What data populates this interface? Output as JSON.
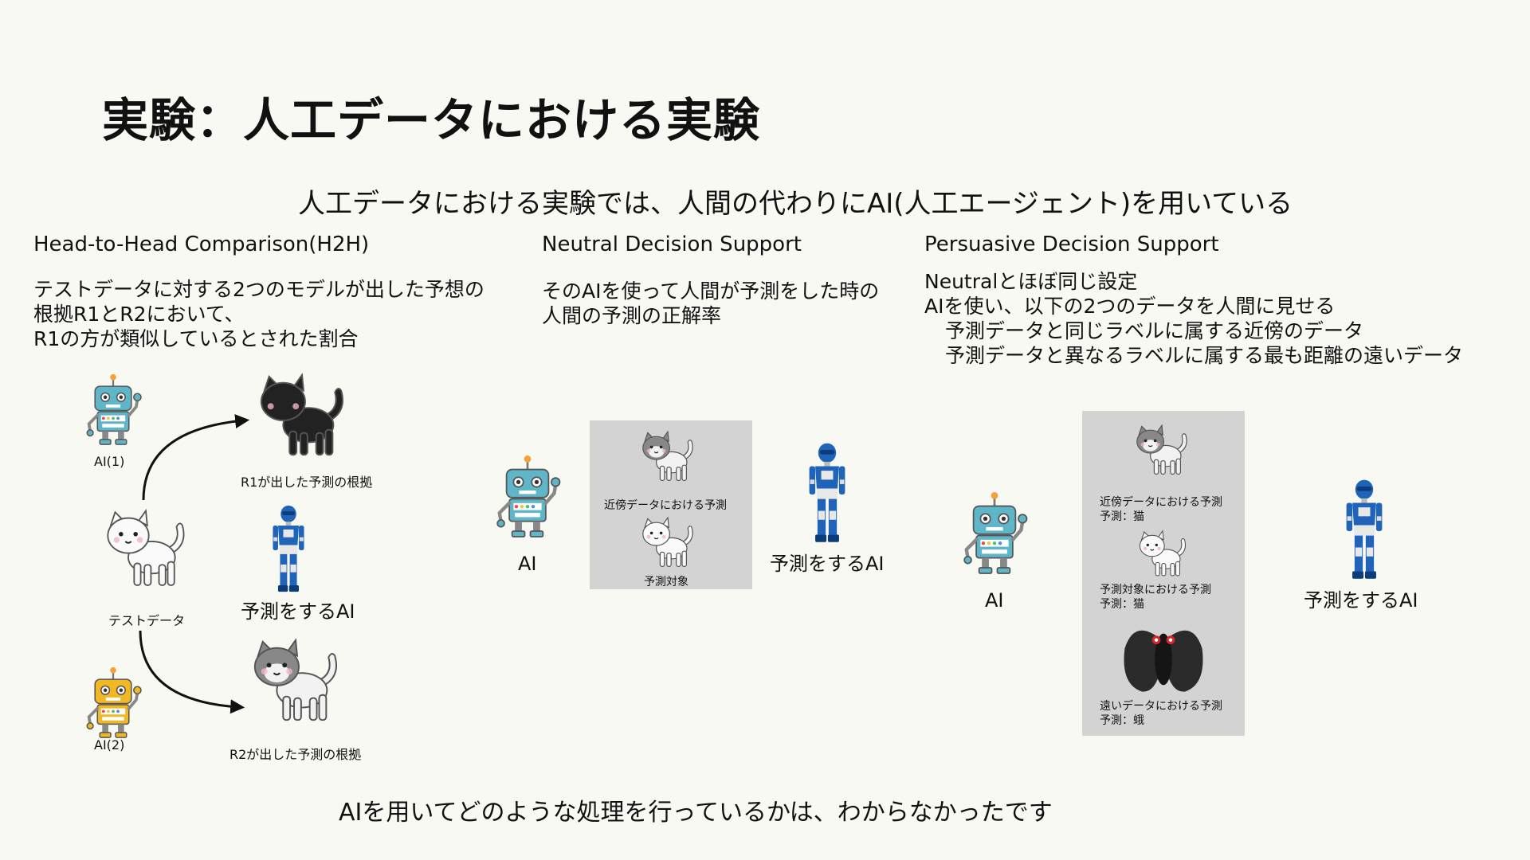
{
  "title": "実験：人工データにおける実験",
  "subtitle": "人工データにおける実験では、人間の代わりにAI(人工エージェント)を用いている",
  "h2h": {
    "heading": "Head-to-Head Comparison(H2H)",
    "lines": [
      "テストデータに対する2つのモデルが出した予想の",
      "根拠R1とR2において、",
      "R1の方が類似しているとされた割合"
    ],
    "ai1_label": "AI(1)",
    "ai2_label": "AI(2)",
    "test_data_label": "テストデータ",
    "r1_label": "R1が出した予測の根拠",
    "r2_label": "R2が出した予測の根拠",
    "predicting_ai_label": "予測をするAI"
  },
  "neutral": {
    "heading": "Neutral Decision Support",
    "lines": [
      "そのAIを使って人間が予測をした時の",
      "人間の予測の正解率"
    ],
    "ai_label": "AI",
    "neighbor_label": "近傍データにおける予測",
    "target_label": "予測対象",
    "predicting_ai_label": "予測をするAI"
  },
  "persuasive": {
    "heading": "Persuasive Decision Support",
    "lines": [
      "Neutralとほぼ同じ設定",
      "AIを使い、以下の2つのデータを人間に見せる",
      "予測データと同じラベルに属する近傍のデータ",
      "予測データと異なるラベルに属する最も距離の遠いデータ"
    ],
    "ai_label": "AI",
    "neighbor_label": "近傍データにおける予測",
    "neighbor_pred": "予測：猫",
    "target_label": "予測対象における予測",
    "target_pred": "予測：猫",
    "far_label": "遠いデータにおける予測",
    "far_pred": "予測：蛾",
    "predicting_ai_label": "予測をするAI"
  },
  "footer": "AIを用いてどのような処理を行っているかは、わからなかったです",
  "colors": {
    "background": "#f9f9f3",
    "panel": "#d3d3d3",
    "robot_teal": "#5fb6c8",
    "robot_yellow": "#f2b823",
    "humanoid_blue": "#1f64b8"
  }
}
